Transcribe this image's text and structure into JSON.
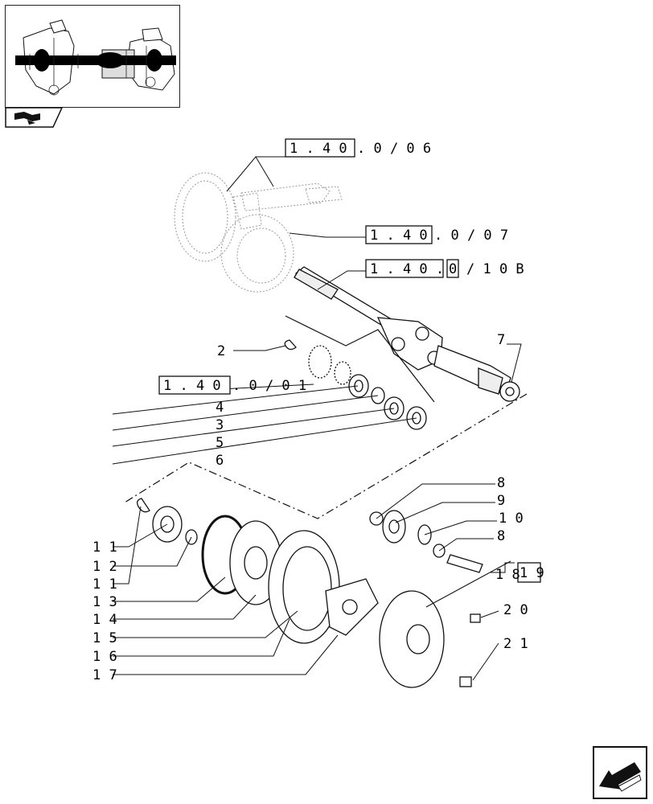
{
  "references": [
    {
      "box": "1 . 4 0",
      "suffix": ". 0 / 0 6"
    },
    {
      "box": "1 . 4 0",
      "suffix": ". 0 / 0 7"
    },
    {
      "box": "1 . 4 0 .",
      "boxed_char": "0",
      "suffix": "/ 1 0 B"
    },
    {
      "box": "1 . 4 0",
      "suffix": ". 0 / 0 1"
    }
  ],
  "callouts": {
    "c2": "2",
    "c3": "3",
    "c4": "4",
    "c5": "5",
    "c6": "6",
    "c7": "7",
    "c8a": "8",
    "c9": "9",
    "c10": "1 0",
    "c8b": "8",
    "c11a": "1 1",
    "c12": "1 2",
    "c11b": "1 1",
    "c13": "1 3",
    "c14": "1 4",
    "c15": "1 5",
    "c16": "1 6",
    "c17": "1 7",
    "c18": "1 8",
    "c19": "1 9",
    "c20": "2 0",
    "c21": "2 1"
  },
  "icons": {
    "thumbnail": "axle-assembly-thumbnail",
    "tab": "book-arrow-icon",
    "nav": "next-page-arrow-icon"
  }
}
